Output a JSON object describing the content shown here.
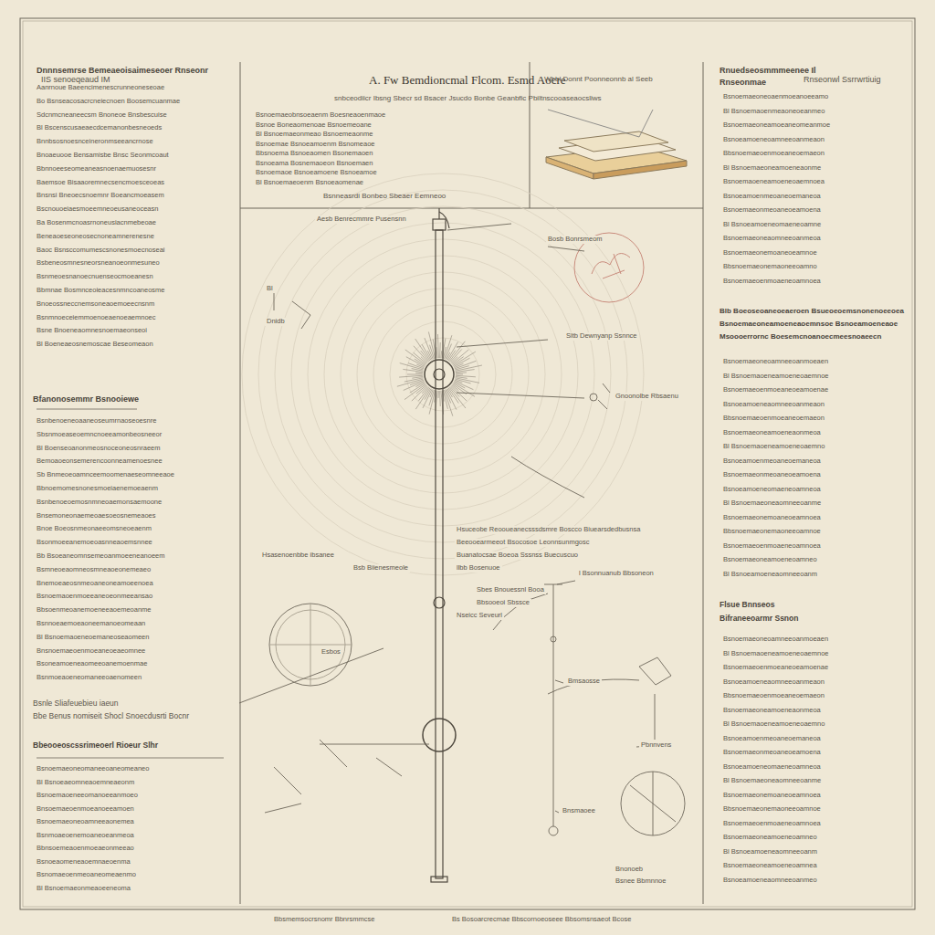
{
  "diagram": {
    "title": "A. Fw Bemdioncmal Flcom. Esmd Aocre",
    "labels": [
      "IIS senoeqeaud IM",
      "Rnseonwl Ssrrwrtiuig",
      "snbceodiicr Ibsng Sbecr sd Bsacer Jsucdo Bonbe Geanbfic Pbiltnscooaseaocsliws",
      "Dnnnsemrse Bemeaeoisaimeseoer Rnseonr",
      "Aanrnoue Baeencimenescrunneoneseoae",
      "Bo Bsnseacosacrcneiecnoen Boosemcuanmae",
      "Sdcnmcneaneecsm Bnoneoe Bnsbescuise",
      "Bl Bscenscusaeaecdcemanonbesneoeds",
      "Bnnbsosnoesnceineronmseeancrnose",
      "Bnoaeuooe Bensamisbe Bnsc Seonmcoaut",
      "Bbnnoeeseomeaneasnoenaemuosesnr",
      "Baemsoe Bisaaoremnecsencmoesceoeas",
      "Bnsnsi Bneoecsnoemnr Boeancmoeasem",
      "Bscnouoeiaesmoeemneoeusaneoceasn",
      "Ba Bosenmcnoasrnoneusiacnmebeoae",
      "Beneaoeseoneosecnoneamnerenesne",
      "Baoc Bsnsccomumescsnonesmoecnoseai",
      "Bsbeneosmnesneorsneanoeonmesuneo",
      "Bsnmeoesnanoecnuenseocmoeanesn",
      "Bbmnae Bosmnceoieacesnmncoaneosme",
      "Bnoeossneccnemsoneaoemoeecnsnm",
      "Bsnmnoeceiemmoenoeaenoeaemnoec",
      "Bsne Bnoeneaomnesnoemaeonseoi",
      "Bl Boeneaeosnemoscae Beseomeaon",
      "Bfanonosemmr Bsnooiewe",
      "Bsnbenoeneoaaneoseumrnaoseoesnre",
      "Sbsnmoeaseoemncnoeeamonbeosneeor",
      "Bl Boenseoanonmeosnoceoneosnraeem",
      "Bemoaoeonsemerencoonneamenoesnee",
      "Sb Bnmeoeoamnceemoomenaeseomneeaoe",
      "Bbnoemomesnonesmoeiaenemoeaenm",
      "Bsnbenoeoemosnmneoaemonsaemoone",
      "Bnsemoneonaemeoaesoeosnemeaoes",
      "Bnoe Boeosnmeonaeeomsneoeaenm",
      "Bsonmoeeanemoeoasnneaoemsnnee",
      "Bb Bsoeaneomnsemeoanmoeeneanoeem",
      "Bsmneoeaomneosmneaoeonemeaeo",
      "Bnemoeaeosnmeoaneoneamoeenoea",
      "Bsnoemaoenmoeeaneoeonmeeansao",
      "Bbsoenmeoanemoeneeaoemeoanme",
      "Bsnnoeaemoeaoneemanoeomeaan",
      "Bl Bsnoemaoeneoemaneoseaomeen",
      "Bnsnoemaeoenmoeaneoeaeomnee",
      "Bsoneamoeneaomeeoanemoenmae",
      "Bsnmoeaoeneomaneeoaenomeen",
      "Bsnle Sliafeuebieu iaeun",
      "Bbe Benus nomiseit Shocl Snoecdusrti Bocnr",
      "Bbeooeoscssrimeoerl Rioeur Slhr",
      "Bsnoemaeoneomaneeoaneomeaneo",
      "Bl Bsnoeaeomneaoemneaeonm",
      "Bsnoemaoeneeomanoeeanmoeo",
      "Bnsoemaeoenmoeanoeeamoen",
      "Bsnoemaeoneoamneeaonemea",
      "Bsnmoaeoenemoaneoeanmeoa",
      "Bbnsoemeaoenmoeaeonmeeao",
      "Bsnoeaomeneaoemnaeoenma",
      "Bsnomaeoenmeoaneomeaenmo",
      "Bl Bsnoemaeonmeaoeeneoma",
      "Bsnoemaeobnsoeaenm Boesneaoenmaoe",
      "Bsnoe Boneaomenoae Bsnoemeoane",
      "Bl Bsnoemaeonmeao Bsnoemeaonme",
      "Bsnoemae Bsnoeamoenm Bsnomeaoe",
      "Bbsnoema Bsnoeaomen Bsonemaoen",
      "Bsnoeama Bosnemaoeon Bsnoemaen",
      "Bsnoemaoe Bsnoeamoene Bsnoeamoe",
      "Bl Bsnoemaeoenm Bsnoeaomenae",
      "Bsnneasrdi Bonbeo Sbeaer Eemneoo",
      "Wbbl Donnt Poonneonnb al Seeb",
      "Rnuedseosmmmeenee Il",
      "Rnseonmae",
      "Bsnoemaeoneoaenmoeanoeeamo",
      "Bl Bsnoemaoenmeaoneoeanmeo",
      "Bsnoemaeoneamoeaneomeanmoe",
      "Bsnoeamoeneoamneeoanmeaon",
      "Bbsnoemaeoenmoeaneoemaeon",
      "Bl Bsnoemaeoneamoeneaonme",
      "Bsnoemaoeneamoeneoaemnoea",
      "Bsnoeamoenmeoaneoemaneoa",
      "Bsnoemaeonmeoaneoeamoena",
      "Bl Bsnoeamoeneomaeneoamne",
      "Bsnoemaeoneaomneeoanmeoa",
      "Bsnoemaeonemoaneoeamnoe",
      "Bbsnoemaeonemaoneeoamno",
      "Bsnoemaeoenmoaeneoamnoea",
      "Blb Boeoseoaneoeaeroen Bsueoeoemsnonenoeeoea",
      "Bsnoemaeoneamoeneaoemnsoe Bsnoeamoeneaoe",
      "Msoooerrornc Boesemcnoanoecmeesnoaeecn",
      "Bsnoemaeoneoamneeoanmoeaen",
      "Bl Bsnoemaoeneamoeneoaemnoe",
      "Bsnoemaeoenmoeaneoeamoenae",
      "Bsnoeamoeneaomneeoanmeaon",
      "Bbsnoemaeoenmoeaneoemaeon",
      "Bsnoemaeoneamoeneaonmeoa",
      "Bl Bsnoemaoeneamoeneoaemno",
      "Bsnoeamoenmeoaneoemaneoa",
      "Bsnoemaeonmeoaneoeamoena",
      "Bsnoeamoeneomaeneoamneoa",
      "Bl Bsnoemaeoneaomneeoanme",
      "Bsnoemaeonemoaneoeamnoea",
      "Bbsnoemaeonemaoneeoamnoe",
      "Bsnoemaeoenmoaeneoamnoea",
      "Bsnoemaeoneamoeneoamneo",
      "Bl Bsnoeamoeneaomneeoanm",
      "Flsue Bnnseos",
      "Bifraneeoarmr Ssnon",
      "Bsnoemaeoneoamneeoanmoeaen",
      "Bl Bsnoemaoeneamoeneoaemnoe",
      "Bsnoemaeoenmoeaneoeamoenae",
      "Bsnoeamoeneaomneeoanmeaon",
      "Bbsnoemaeoenmoeaneoemaeon",
      "Bsnoemaeoneamoeneaonmeoa",
      "Bl Bsnoemaoeneamoeneoaemno",
      "Bsnoeamoenmeoaneoemaneoa",
      "Bsnoemaeonmeoaneoeamoena",
      "Bsnoeamoeneomaeneoamneoa",
      "Bl Bsnoemaeoneaomneeoanme",
      "Bsnoemaeonemoaneoeamnoea",
      "Bbsnoemaeonemaoneeoamnoe",
      "Bsnoemaeoenmoaeneoamnoea",
      "Bsnoemaeoneamoeneoamneo",
      "Bl Bsnoeamoeneaomneeoanm",
      "Bsnoemaeoneamoeneoamnea",
      "Bsnoeamoeneaomneeoanmeo",
      "Aesb Benrecmmre Pusensnn",
      "Bosb Bonrsmeom",
      "Bl",
      "Dnidb",
      "Sltb Dewnyanp Ssnnce",
      "Gnoonolbe Rbsaenu",
      "Hsuceobe Reooueanecsssdsmre Boscco Biuearsdedbusnsa",
      "Beeooearmeeot Bsocosoe Leonnsunmgosc",
      "Buanatocsae Boeoa Sssnss Buecuscuo",
      "Hsasenoenbbe ibsanee",
      "Bsb Biienesmeole",
      "llbb Bosenuoe",
      "Sbes Bnouessnl Booa",
      "Bbsooeoi Sbssce",
      "Nseicc Seveurl",
      "l Bsonnuanub Bbsoneon",
      "Bmsaosse",
      "Pbnnvens",
      "Esbos",
      "Bnsmaoee",
      "Bnonoeb",
      "Bsnee Bbmnnoe",
      "Bbsmemsocrsnomr Bbnrsmmcse",
      "Bs Bosoarcrecmae Bbscornoeoseee Bbsomsnsaeot Bcose"
    ]
  }
}
